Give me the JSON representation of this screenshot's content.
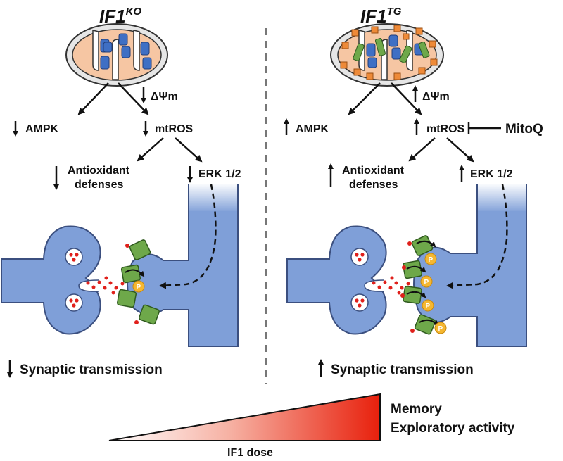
{
  "left_panel": {
    "title_main": "IF1",
    "title_sup": "KO",
    "arrow_dir": "down",
    "delta_psi": "ΔΨm",
    "ampk": "AMPK",
    "mtros": "mtROS",
    "antioxidant_line1": "Antioxidant",
    "antioxidant_line2": "defenses",
    "erk": "ERK 1/2",
    "phospho": "P",
    "synaptic": "Synaptic transmission"
  },
  "right_panel": {
    "title_main": "IF1",
    "title_sup": "TG",
    "arrow_dir": "up",
    "delta_psi": "ΔΨm",
    "ampk": "AMPK",
    "mtros": "mtROS",
    "inhibitor": "MitoQ",
    "antioxidant_line1": "Antioxidant",
    "antioxidant_line2": "defenses",
    "erk": "ERK 1/2",
    "phospho": "P",
    "synaptic": "Synaptic transmission"
  },
  "dose_panel": {
    "outcome_line1": "Memory",
    "outcome_line2": "Exploratory activity",
    "dose_label": "IF1 dose"
  },
  "colors": {
    "mito_outer": "#e6e6e6",
    "mito_matrix": "#f6c6a3",
    "atp_synthase": "#3f6fc4",
    "if1_green": "#6ea84a",
    "orange_particle": "#ee8a38",
    "neuron": "#7f9fd8",
    "neuron_stroke": "#3b4f7f",
    "receptor": "#6ea84a",
    "phospho": "#f5b731",
    "vesicle_dot": "#e0201b",
    "dose_gradient_end": "#e8200c"
  }
}
